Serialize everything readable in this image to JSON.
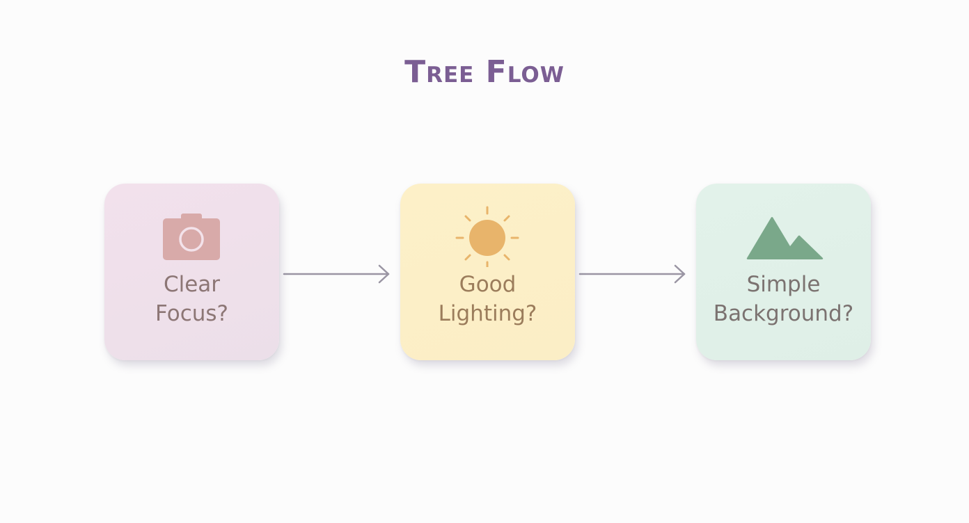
{
  "title": "Tree Flow",
  "nodes": [
    {
      "icon": "camera-icon",
      "line1": "Clear",
      "line2": "Focus?",
      "color": "#f0e0eb"
    },
    {
      "icon": "sun-icon",
      "line1": "Good",
      "line2": "Lighting?",
      "color": "#fcefc6"
    },
    {
      "icon": "mountain-icon",
      "line1": "Simple",
      "line2": "Background?",
      "color": "#e0f0e8"
    }
  ],
  "colors": {
    "title": "#7b5e93",
    "arrow": "#9a95a3",
    "camera": "#d8aaa9",
    "sun": "#e8b46b",
    "mountain": "#7aa88a"
  }
}
